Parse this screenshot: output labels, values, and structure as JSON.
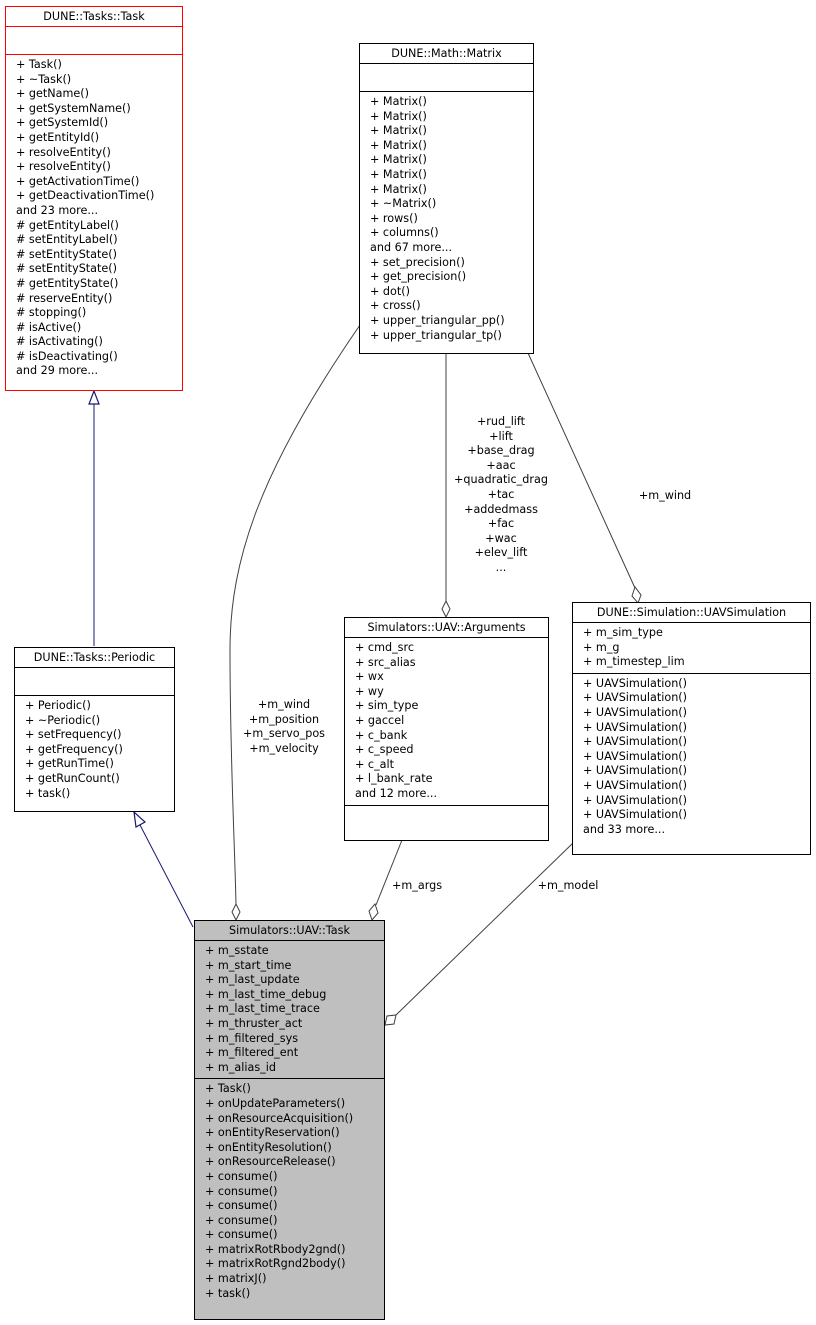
{
  "classes": {
    "task_base": {
      "title": "DUNE::Tasks::Task",
      "attributes": [],
      "methods": [
        "+ Task()",
        "+ ~Task()",
        "+ getName()",
        "+ getSystemName()",
        "+ getSystemId()",
        "+ getEntityId()",
        "+ resolveEntity()",
        "+ resolveEntity()",
        "+ getActivationTime()",
        "+ getDeactivationTime()",
        "and 23 more...",
        "# getEntityLabel()",
        "# setEntityLabel()",
        "# setEntityState()",
        "# setEntityState()",
        "# getEntityState()",
        "# reserveEntity()",
        "# stopping()",
        "# isActive()",
        "# isActivating()",
        "# isDeactivating()",
        "and 29 more..."
      ],
      "border_color": "#ff0000"
    },
    "matrix": {
      "title": "DUNE::Math::Matrix",
      "attributes": [],
      "methods": [
        "+ Matrix()",
        "+ Matrix()",
        "+ Matrix()",
        "+ Matrix()",
        "+ Matrix()",
        "+ Matrix()",
        "+ Matrix()",
        "+ ~Matrix()",
        "+ rows()",
        "+ columns()",
        "and 67 more...",
        "+ set_precision()",
        "+ get_precision()",
        "+ dot()",
        "+ cross()",
        "+ upper_triangular_pp()",
        "+ upper_triangular_tp()"
      ]
    },
    "periodic": {
      "title": "DUNE::Tasks::Periodic",
      "attributes": [],
      "methods": [
        "+ Periodic()",
        "+ ~Periodic()",
        "+ setFrequency()",
        "+ getFrequency()",
        "+ getRunTime()",
        "+ getRunCount()",
        "+ task()"
      ]
    },
    "arguments": {
      "title": "Simulators::UAV::Arguments",
      "attributes": [
        "+ cmd_src",
        "+ src_alias",
        "+ wx",
        "+ wy",
        "+ sim_type",
        "+ gaccel",
        "+ c_bank",
        "+ c_speed",
        "+ c_alt",
        "+ l_bank_rate",
        "and 12 more..."
      ],
      "methods": []
    },
    "uavsim": {
      "title": "DUNE::Simulation::UAVSimulation",
      "attributes": [
        "+ m_sim_type",
        "+ m_g",
        "+ m_timestep_lim"
      ],
      "methods": [
        "+ UAVSimulation()",
        "+ UAVSimulation()",
        "+ UAVSimulation()",
        "+ UAVSimulation()",
        "+ UAVSimulation()",
        "+ UAVSimulation()",
        "+ UAVSimulation()",
        "+ UAVSimulation()",
        "+ UAVSimulation()",
        "+ UAVSimulation()",
        "and 33 more..."
      ]
    },
    "uav_task": {
      "title": "Simulators::UAV::Task",
      "attributes": [
        "+ m_sstate",
        "+ m_start_time",
        "+ m_last_update",
        "+ m_last_time_debug",
        "+ m_last_time_trace",
        "+ m_thruster_act",
        "+ m_filtered_sys",
        "+ m_filtered_ent",
        "+ m_alias_id"
      ],
      "methods": [
        "+ Task()",
        "+ onUpdateParameters()",
        "+ onResourceAcquisition()",
        "+ onEntityReservation()",
        "+ onEntityResolution()",
        "+ onResourceRelease()",
        "+ consume()",
        "+ consume()",
        "+ consume()",
        "+ consume()",
        "+ consume()",
        "+ matrixRotRbody2gnd()",
        "+ matrixRotRgnd2body()",
        "+ matrixJ()",
        "+ task()"
      ],
      "fill_color": "#bfbfbf"
    }
  },
  "edge_labels": {
    "matrix_to_task": [
      "+m_wind",
      "+m_position",
      "+m_servo_pos",
      "+m_velocity"
    ],
    "matrix_to_arguments": [
      "+rud_lift",
      "+lift",
      "+base_drag",
      "+aac",
      "+quadratic_drag",
      "+tac",
      "+addedmass",
      "+fac",
      "+wac",
      "+elev_lift",
      "..."
    ],
    "matrix_to_uavsim": [
      "+m_wind"
    ],
    "arguments_to_task": [
      "+m_args"
    ],
    "uavsim_to_task": [
      "+m_model"
    ]
  },
  "colors": {
    "inheritance_edge": "#191970",
    "association_edge": "#404040"
  }
}
